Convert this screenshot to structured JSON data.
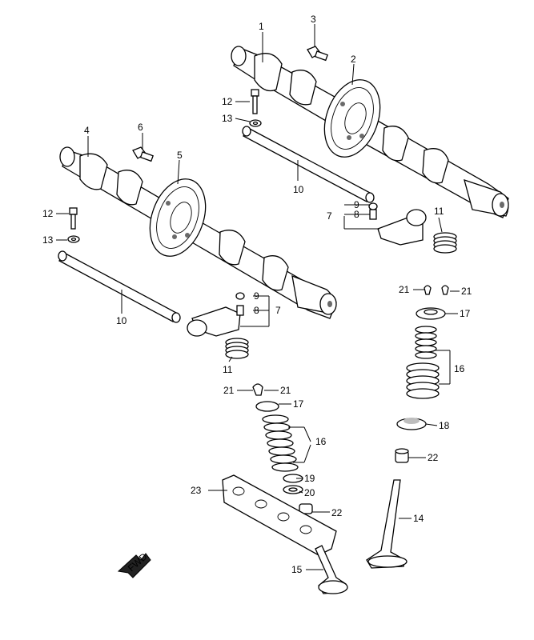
{
  "callouts": [
    {
      "id": "c1a",
      "text": "1"
    },
    {
      "id": "c2a",
      "text": "2"
    },
    {
      "id": "c3a",
      "text": "3"
    },
    {
      "id": "c4a",
      "text": "4"
    },
    {
      "id": "c5a",
      "text": "5"
    },
    {
      "id": "c6a",
      "text": "6"
    },
    {
      "id": "c7a",
      "text": "7"
    },
    {
      "id": "c7b",
      "text": "7"
    },
    {
      "id": "c8a",
      "text": "8"
    },
    {
      "id": "c8b",
      "text": "8"
    },
    {
      "id": "c9a",
      "text": "9"
    },
    {
      "id": "c9b",
      "text": "9"
    },
    {
      "id": "c10a",
      "text": "10"
    },
    {
      "id": "c10b",
      "text": "10"
    },
    {
      "id": "c11a",
      "text": "11"
    },
    {
      "id": "c11b",
      "text": "11"
    },
    {
      "id": "c12a",
      "text": "12"
    },
    {
      "id": "c12b",
      "text": "12"
    },
    {
      "id": "c13a",
      "text": "13"
    },
    {
      "id": "c13b",
      "text": "13"
    },
    {
      "id": "c14a",
      "text": "14"
    },
    {
      "id": "c15a",
      "text": "15"
    },
    {
      "id": "c16a",
      "text": "16"
    },
    {
      "id": "c16b",
      "text": "16"
    },
    {
      "id": "c17a",
      "text": "17"
    },
    {
      "id": "c17b",
      "text": "17"
    },
    {
      "id": "c18a",
      "text": "18"
    },
    {
      "id": "c19a",
      "text": "19"
    },
    {
      "id": "c20a",
      "text": "20"
    },
    {
      "id": "c21a",
      "text": "21"
    },
    {
      "id": "c21b",
      "text": "21"
    },
    {
      "id": "c21c",
      "text": "21"
    },
    {
      "id": "c22a",
      "text": "22"
    },
    {
      "id": "c22b",
      "text": "22"
    },
    {
      "id": "c23a",
      "text": "23"
    }
  ],
  "fwd_arrow": {
    "text": "FWD"
  }
}
